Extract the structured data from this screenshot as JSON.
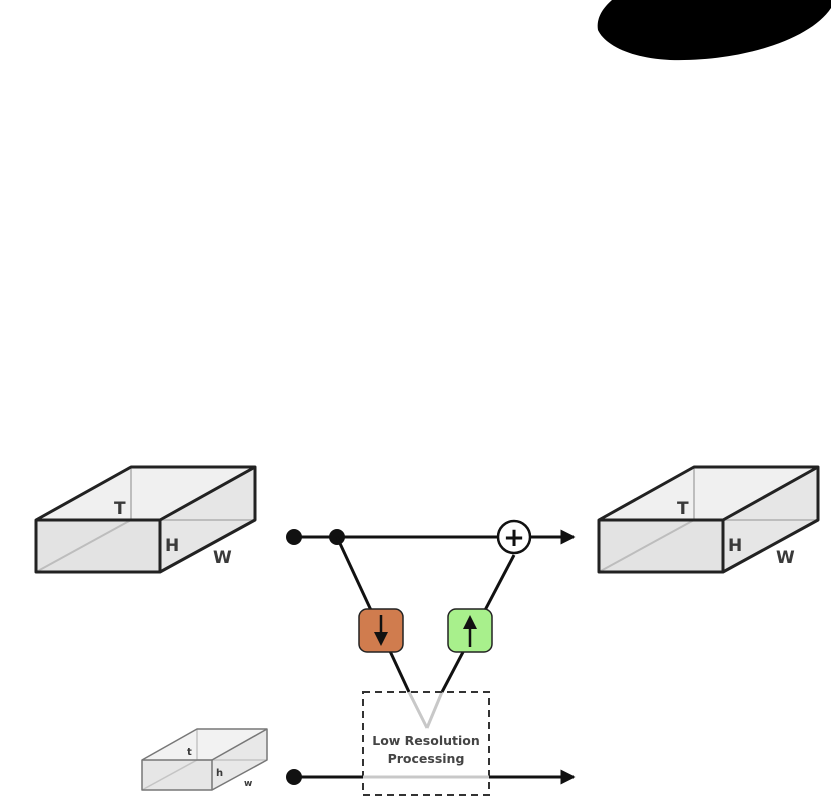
{
  "input_tensor": {
    "t_label": "T",
    "h_label": "H",
    "w_label": "W"
  },
  "output_tensor": {
    "t_label": "T",
    "h_label": "H",
    "w_label": "W"
  },
  "low_res_tensor": {
    "t_label": "t",
    "h_label": "h",
    "w_label": "w"
  },
  "process_box": {
    "line1": "Low Resolution",
    "line2": "Processing"
  },
  "downsample_block": {
    "icon": "arrow-down-icon",
    "color": "#d07c4e"
  },
  "upsample_block": {
    "icon": "arrow-up-icon",
    "color": "#a8f08c"
  },
  "sum_node": {
    "symbol": "+"
  }
}
